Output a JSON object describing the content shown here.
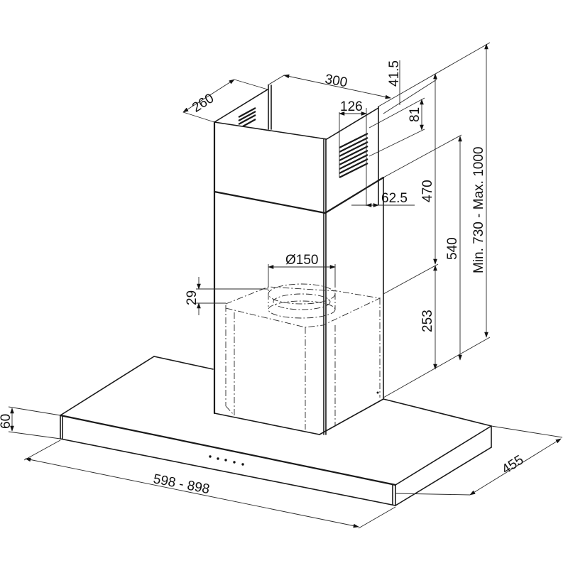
{
  "drawing": {
    "subject": "Chimney cooker hood dimensional drawing",
    "units": "mm",
    "line_color": "#1a1a1a",
    "background": "#ffffff"
  },
  "dimensions": {
    "chimney_depth": "260",
    "chimney_width": "300",
    "top_offset": "41.5",
    "grille_width": "126",
    "grille_height": "81",
    "grille_side_offset": "62.5",
    "upper_chimney_height": "470",
    "mid_height": "540",
    "lower_chimney_height": "253",
    "total_height": "Min. 730 - Max. 1000",
    "duct_diameter": "Ø150",
    "duct_collar_height": "29",
    "canopy_height": "60",
    "canopy_width": "598 - 898",
    "canopy_depth": "455"
  },
  "control_panel": {
    "buttons": 5
  }
}
